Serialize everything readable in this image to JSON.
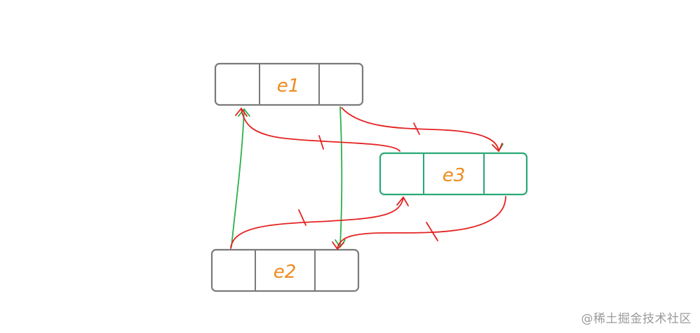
{
  "nodes": {
    "e1": {
      "label": "e1"
    },
    "e2": {
      "label": "e2"
    },
    "e3": {
      "label": "e3"
    }
  },
  "colors": {
    "node_border": "#7a7a7a",
    "node_border_new": "#2aa876",
    "label": "#ef8a1c",
    "link_new": "#2bb04a",
    "link_old": "#e52222"
  },
  "watermark": "@稀土掘金技术社区"
}
